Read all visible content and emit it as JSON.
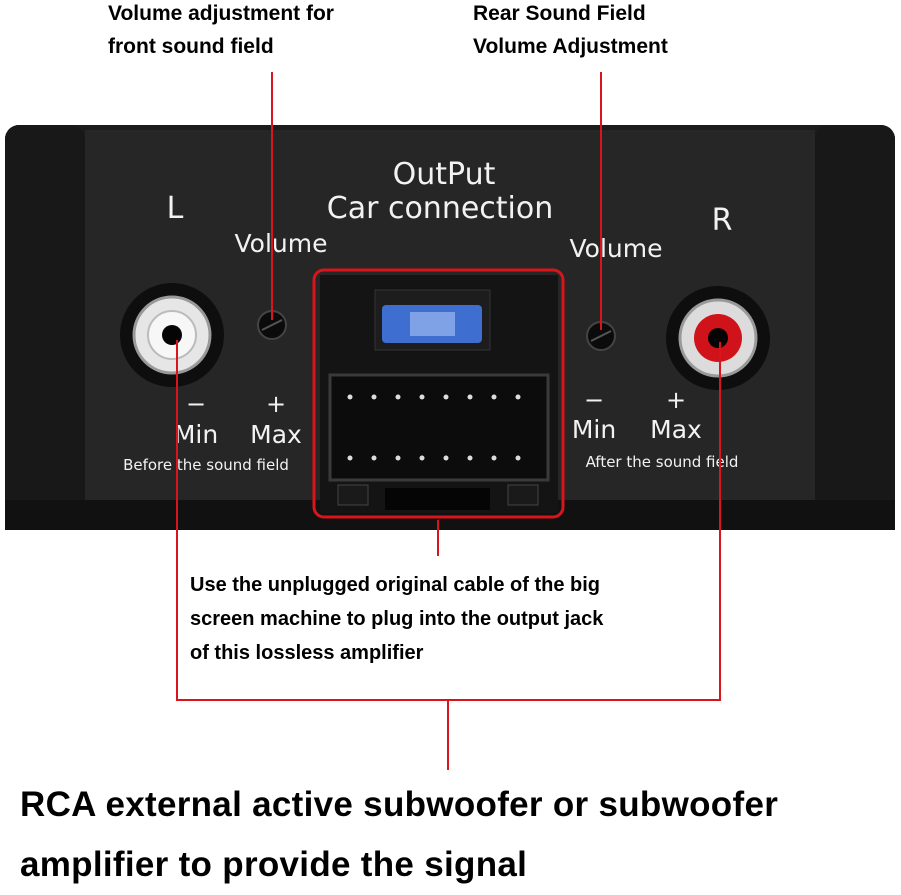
{
  "callouts": {
    "front_volume": [
      "Volume adjustment for",
      "front sound field"
    ],
    "rear_volume": [
      "Rear Sound Field",
      "Volume Adjustment"
    ],
    "output_cable": [
      "Use the unplugged original cable of the big",
      "screen machine to plug into the output jack",
      "of this lossless amplifier"
    ],
    "rca_signal": [
      "RCA external active subwoofer or subwoofer",
      "amplifier to provide the signal"
    ]
  },
  "device": {
    "output_title": "OutPut",
    "output_subtitle": "Car connection",
    "left_channel": "L",
    "right_channel": "R",
    "left_volume": "Volume",
    "right_volume": "Volume",
    "minus": "−",
    "plus": "+",
    "min": "Min",
    "max": "Max",
    "left_caption": "Before the sound field",
    "right_caption": "After the sound field"
  },
  "colors": {
    "annotation": "#d9141b",
    "device": "#1e1e1e",
    "rca_right": "#d0131a"
  }
}
